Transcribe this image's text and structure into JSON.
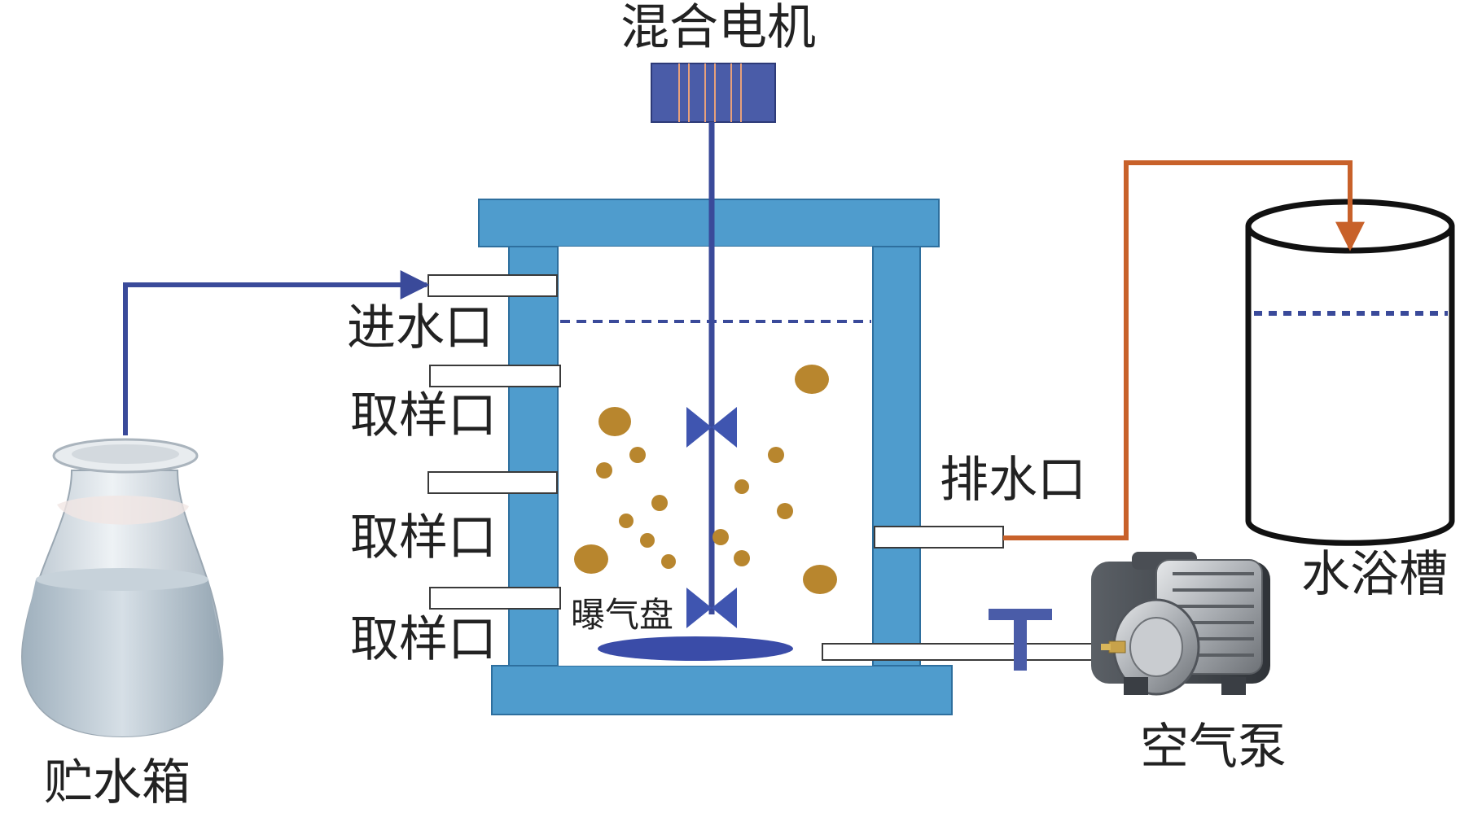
{
  "labels": {
    "motor": "混合电机",
    "inlet": "进水口",
    "sampling_1": "取样口",
    "sampling_2": "取样口",
    "sampling_3": "取样口",
    "aeration_disc": "曝气盘",
    "outlet": "排水口",
    "water_bath": "水浴槽",
    "air_pump": "空气泵",
    "storage_tank": "贮水箱"
  },
  "colors": {
    "reactor_wall": "#4f9ccd",
    "motor_body": "#4a5ca8",
    "motor_stripe": "#e8a07a",
    "shaft": "#3a4a9a",
    "inlet_pipe": "#3a4a9a",
    "outlet_pipe": "#c8612a",
    "particles": "#b8862e",
    "aeration_disc": "#3a4ca8",
    "valve": "#4a5ca8",
    "label_text": "#222222"
  },
  "icons": {
    "motor": "motor-icon",
    "impeller": "impeller-icon",
    "storage_tank": "flask-icon",
    "air_pump": "air-pump-icon",
    "water_bath": "cylinder-icon",
    "valve": "valve-icon"
  }
}
